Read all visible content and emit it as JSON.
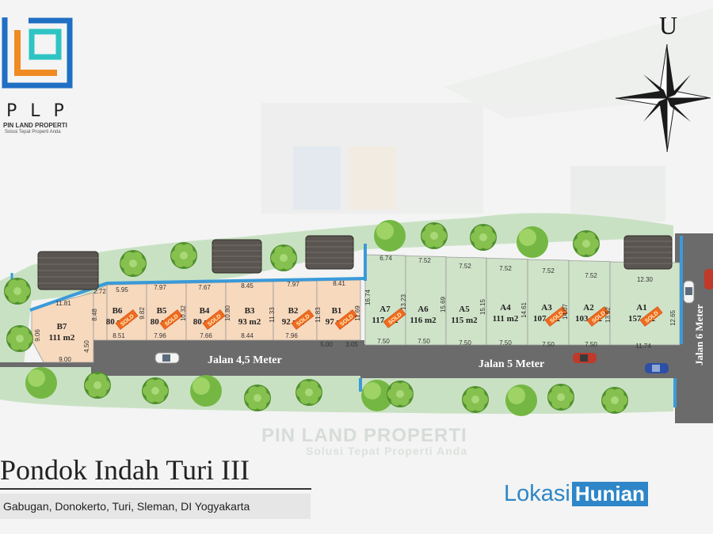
{
  "brand": {
    "letters": "PLP",
    "name": "PIN LAND PROPERTI",
    "tagline": "Solusi Tepat Properti Anda",
    "colors": {
      "blue": "#1f6fc4",
      "orange": "#f08a22",
      "teal": "#2ec4c4"
    }
  },
  "watermark": {
    "name": "PIN LAND PROPERTI",
    "tagline": "Solusi Tepat Properti Anda"
  },
  "compass": {
    "north_label": "U"
  },
  "roads": [
    {
      "label": "Jalan 4,5 Meter"
    },
    {
      "label": "Jalan 5 Meter"
    },
    {
      "label": "Jalan 6 Meter"
    }
  ],
  "sold_label": "SOLD",
  "lots": [
    {
      "id": "B7",
      "area": "111 m2",
      "sold": false
    },
    {
      "id": "B6",
      "area": "80 m2",
      "sold": true
    },
    {
      "id": "B5",
      "area": "80 m2",
      "sold": true
    },
    {
      "id": "B4",
      "area": "80 m2",
      "sold": true
    },
    {
      "id": "B3",
      "area": "93 m2",
      "sold": false
    },
    {
      "id": "B2",
      "area": "92 m2",
      "sold": true
    },
    {
      "id": "B1",
      "area": "97 m2",
      "sold": true
    },
    {
      "id": "A7",
      "area": "117 m2",
      "sold": true
    },
    {
      "id": "A6",
      "area": "116 m2",
      "sold": false
    },
    {
      "id": "A5",
      "area": "115 m2",
      "sold": false
    },
    {
      "id": "A4",
      "area": "111 m2",
      "sold": false
    },
    {
      "id": "A3",
      "area": "107 m2",
      "sold": true
    },
    {
      "id": "A2",
      "area": "103 m2",
      "sold": true
    },
    {
      "id": "A1",
      "area": "157 m2",
      "sold": true
    }
  ],
  "dimensions": {
    "b_top": [
      "11.81",
      "2.72",
      "5.95",
      "7.97",
      "7.67",
      "8.45",
      "7.97",
      "8.41"
    ],
    "b_bottom": [
      "9.00",
      "8.51",
      "7.96",
      "7.66",
      "8.44",
      "7.96",
      "5.00",
      "3.05"
    ],
    "b_sides": [
      "9.06",
      "4.50",
      "8.48",
      "9.82",
      "10.32",
      "10.80",
      "11.33",
      "11.83",
      "11.69"
    ],
    "a_top": [
      "6.74",
      "7.52",
      "7.52",
      "7.52",
      "7.52",
      "7.52",
      "12.30"
    ],
    "a_bottom": [
      "7.50",
      "7.50",
      "7.50",
      "7.50",
      "7.50",
      "7.50",
      "11.74"
    ],
    "a_sides": [
      "16.74",
      "13.23",
      "15.69",
      "15.15",
      "14.61",
      "14.07",
      "13.52",
      "12.65"
    ]
  },
  "project": {
    "title": "Pondok Indah Turi III",
    "address": "Gabugan, Donokerto, Turi, Sleman, DI Yogyakarta"
  },
  "badge": {
    "part1": "Lokasi",
    "part2": "Hunian"
  }
}
